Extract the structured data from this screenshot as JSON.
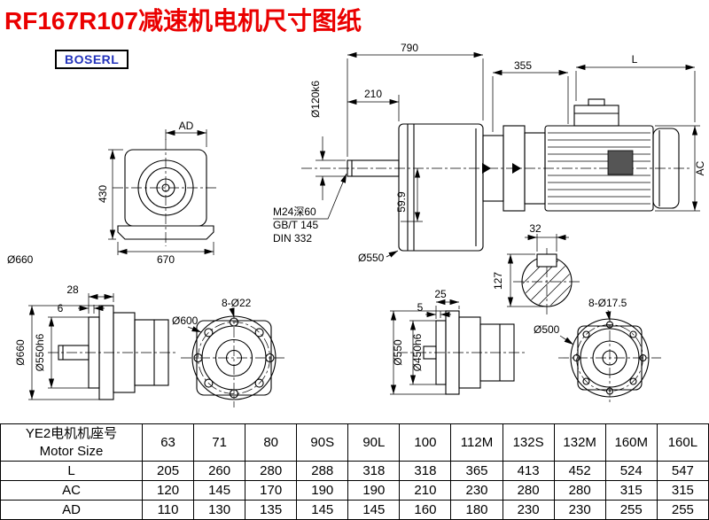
{
  "page": {
    "title": "RF167R107减速机电机尺寸图纸",
    "brand": "BOSERL"
  },
  "drawing": {
    "front_view": {
      "ad": "AD",
      "height": "430",
      "width": "670",
      "outer_dia": "Ø660"
    },
    "main_view": {
      "total_length": "790",
      "shaft_length": "210",
      "shaft_dia": "Ø120k6",
      "tapped_hole": "M24深60",
      "tapped_std1": "GB/T 145",
      "tapped_std2": "DIN 332",
      "center_height": "59.9",
      "adapter_length": "355",
      "motor_length": "L",
      "motor_dia": "AC",
      "flange_dia": "Ø550"
    },
    "shaft_section": {
      "key_width": "32",
      "key_height": "127"
    },
    "side_view_left": {
      "flange_thk": "28",
      "spigot_depth": "6",
      "flange_dia": "Ø660",
      "spigot_dia": "Ø550h6"
    },
    "flange_view_left": {
      "outer_dia": "Ø600",
      "bolt_holes": "8-Ø22"
    },
    "side_view_right": {
      "flange_thk": "25",
      "spigot_depth": "5",
      "flange_dia": "Ø550",
      "spigot_dia": "Ø450h6"
    },
    "flange_view_right": {
      "outer_dia": "Ø500",
      "bolt_holes": "8-Ø17.5"
    }
  },
  "table": {
    "header_cn": "YE2电机机座号",
    "header_en": "Motor Size",
    "sizes": [
      "63",
      "71",
      "80",
      "90S",
      "90L",
      "100",
      "112M",
      "132S",
      "132M",
      "160M",
      "160L"
    ],
    "rows": [
      {
        "label": "L",
        "values": [
          "205",
          "260",
          "280",
          "288",
          "318",
          "318",
          "365",
          "413",
          "452",
          "524",
          "547"
        ]
      },
      {
        "label": "AC",
        "values": [
          "120",
          "145",
          "170",
          "190",
          "190",
          "210",
          "230",
          "280",
          "280",
          "315",
          "315"
        ]
      },
      {
        "label": "AD",
        "values": [
          "110",
          "130",
          "135",
          "145",
          "145",
          "160",
          "180",
          "230",
          "230",
          "255",
          "255"
        ]
      }
    ]
  }
}
